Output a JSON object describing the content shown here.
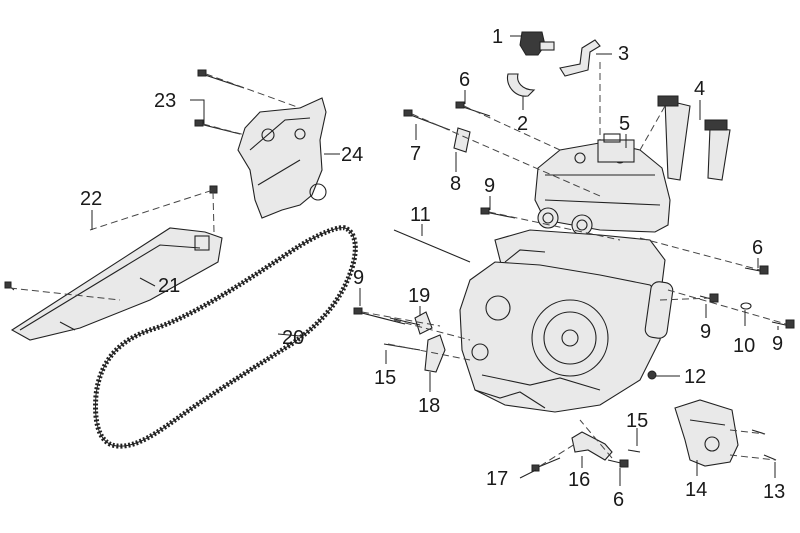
{
  "labels": {
    "l1": "1",
    "l2": "2",
    "l3": "3",
    "l4": "4",
    "l5": "5",
    "l6a": "6",
    "l6b": "6",
    "l6c": "6",
    "l7": "7",
    "l8": "8",
    "l9a": "9",
    "l9b": "9",
    "l9c": "9",
    "l9d": "9",
    "l10": "10",
    "l11": "11",
    "l12": "12",
    "l13": "13",
    "l14": "14",
    "l15a": "15",
    "l15b": "15",
    "l17": "17",
    "l18": "18",
    "l19": "19",
    "l20": "20",
    "l21": "21",
    "l22": "22",
    "l23": "23",
    "l24": "24"
  }
}
